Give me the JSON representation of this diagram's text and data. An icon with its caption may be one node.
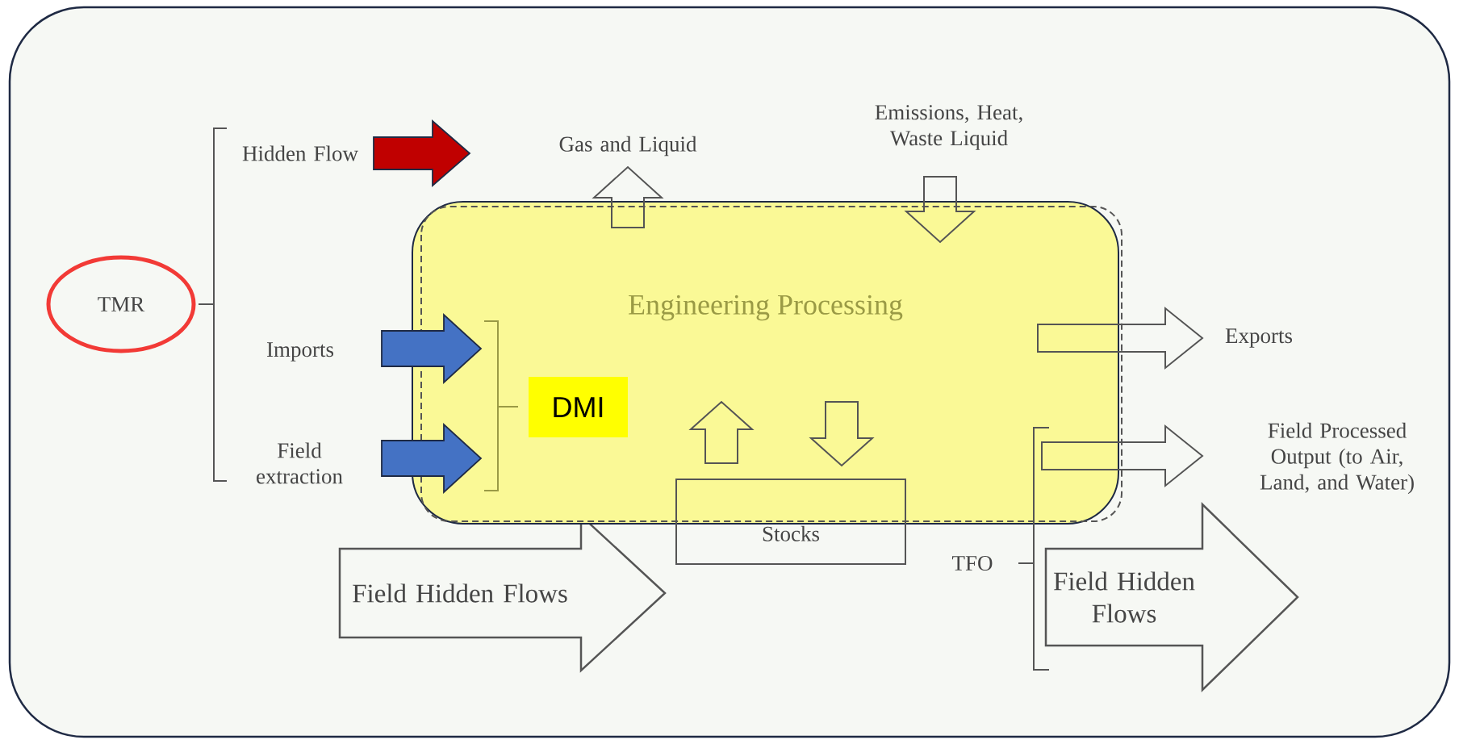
{
  "diagram": {
    "nodes": [
      {
        "text": [
          "TMR"
        ]
      },
      {
        "text": [
          "Hidden Flow"
        ]
      },
      {
        "text": [
          "Gas and Liquid"
        ]
      },
      {
        "text": [
          "Emissions, Heat, Waste Liquid"
        ]
      },
      {
        "text": [
          "Imports"
        ]
      },
      {
        "text": [
          "Field extraction"
        ]
      },
      {
        "text": [
          "Engineering Processing"
        ]
      },
      {
        "text": [
          "DMI"
        ],
        "in": 6
      },
      {
        "text": [
          "Stocks"
        ]
      },
      {
        "text": [
          "Exports"
        ]
      },
      {
        "text": [
          "Field Processed Output (to Air, Land, and Water)"
        ]
      },
      {
        "text": [
          "Field Hidden Flows"
        ]
      },
      {
        "text": [
          "TFO"
        ]
      },
      {
        "text": [
          "Field Hidden Flows"
        ]
      }
    ],
    "edges": [
      {
        "from": 1,
        "to": 2,
        "arrow": "to",
        "color": "#c00000"
      },
      {
        "from": 4,
        "to": 6,
        "arrow": "to",
        "color": "#4472c4"
      },
      {
        "from": 5,
        "to": 6,
        "arrow": "to",
        "color": "#4472c4"
      },
      {
        "from": 6,
        "to": 2,
        "arrow": "to"
      },
      {
        "from": 3,
        "to": 6,
        "arrow": "to"
      },
      {
        "from": 6,
        "to": 8,
        "arrow": "to"
      },
      {
        "from": 8,
        "to": 6,
        "arrow": "to"
      },
      {
        "from": 6,
        "to": 9,
        "arrow": "to"
      },
      {
        "from": 6,
        "to": 10,
        "arrow": "to"
      }
    ]
  }
}
